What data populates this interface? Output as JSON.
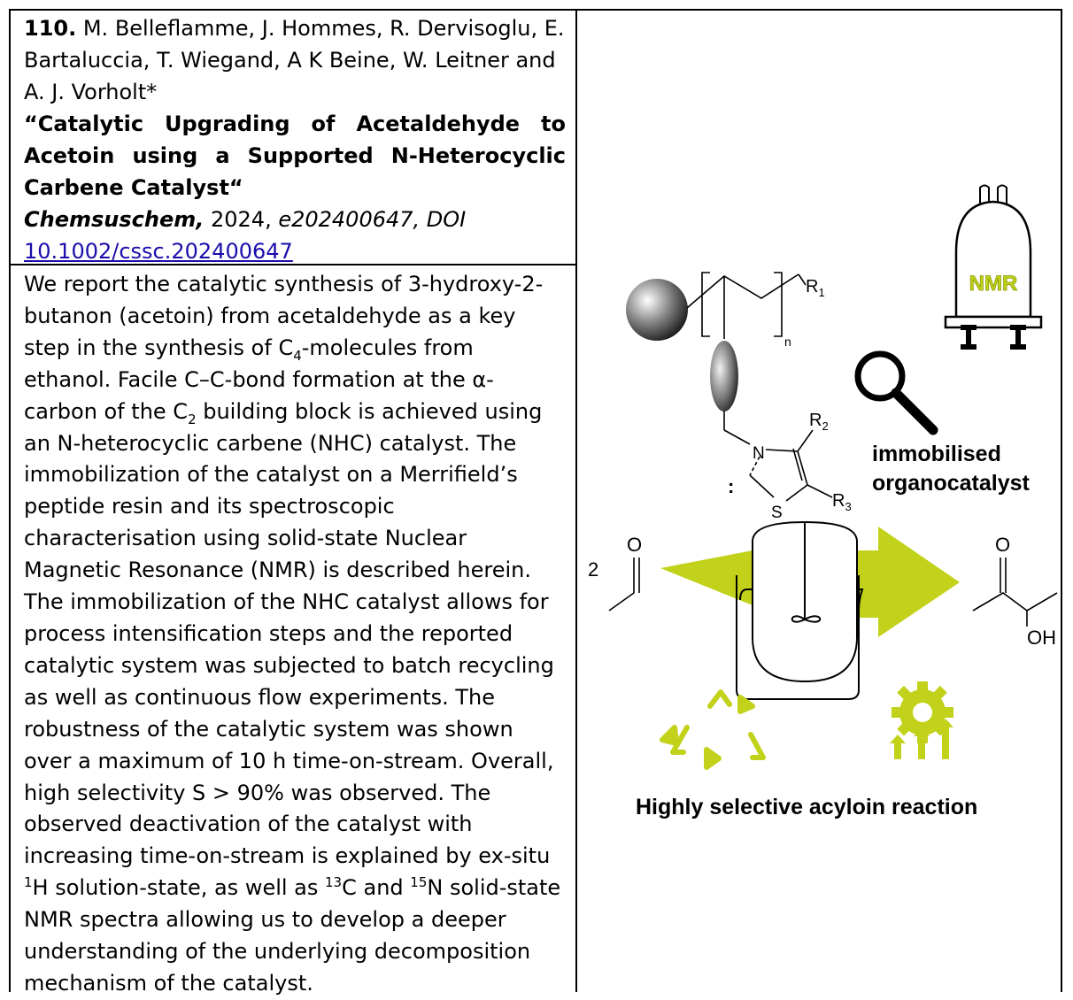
{
  "reference": {
    "number": "110.",
    "authors_line1": " M. Belleflamme, J. Hommes, R. Dervisoglu, E.",
    "authors_line2": "Bartaluccia, T. Wiegand, A K Beine, W. Leitner and",
    "authors_line3": "A. J. Vorholt*",
    "title": "“Catalytic Upgrading of Acetaldehyde to Acetoin using a Supported N-Heterocyclic Carbene Catalyst“",
    "journal": "Chemsuschem,",
    "year": " 2024, ",
    "article_id": "e202400647, DOI",
    "doi_link": "10.1002/cssc.202400647"
  },
  "abstract": {
    "p1": "We report the catalytic synthesis of 3-hydroxy-2-butanon (acetoin) from acetaldehyde as a key step in the synthesis of C",
    "sub1": "4",
    "p2": "-molecules from ethanol. Facile C–C-bond formation at the α-carbon of the C",
    "sub2": "2",
    "p3": " building block is achieved using an N-heterocyclic carbene (NHC) catalyst. The immobilization of the catalyst on a Merrifield’s peptide resin and its spectroscopic characterisation using solid-state Nuclear Magnetic Resonance (NMR) is described herein. The immobilization of the NHC catalyst allows for process intensification steps and the reported catalytic system was subjected to batch recycling as well as continuous flow experiments. The robustness of the catalytic system was shown over a maximum of 10 h time-on-stream. Overall, high selectivity S > 90% was observed. The observed deactivation of the catalyst with increasing time-on-stream is explained by ex-situ ",
    "sup1": "1",
    "p4": "H solution-state, as well as ",
    "sup2": "13",
    "p5": "C and ",
    "sup3": "15",
    "p6": "N solid-state NMR spectra allowing us to develop a deeper understanding of the underlying decomposition mechanism of the catalyst."
  },
  "graphic": {
    "r1": "R",
    "r1_sub": "1",
    "n_label": "n",
    "r2": "R",
    "r2_sub": "2",
    "r3": "R",
    "r3_sub": "3",
    "n_atom": "N",
    "s_atom": "S",
    "carbene_dots": ":",
    "nmr_label": "NMR",
    "label_line1": "immobilised",
    "label_line2": "organocatalyst",
    "coefficient": "2",
    "o_left": "O",
    "o_right": "O",
    "oh": "OH",
    "caption": "Highly selective acyloin reaction",
    "accent_color": "#c2d21a"
  }
}
